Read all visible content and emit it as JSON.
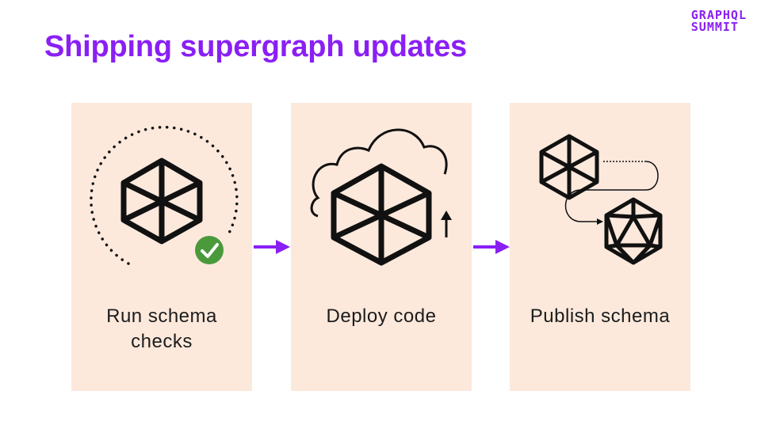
{
  "slide": {
    "title": "Shipping supergraph updates",
    "logo": {
      "line1": "GRAPHQL",
      "line2": "SUMMIT"
    },
    "accent_color": "#8a1ff4",
    "card_color": "#fce9dc"
  },
  "steps": [
    {
      "label_line1": "Run schema",
      "label_line2": "checks",
      "icon": "hexagon-with-dotted-progress-ring-and-check-icon"
    },
    {
      "label_line1": "Deploy code",
      "label_line2": "",
      "icon": "hexagon-in-cloud-with-up-arrow-icon"
    },
    {
      "label_line1": "Publish schema",
      "label_line2": "",
      "icon": "hexagon-to-icosahedron-icon"
    }
  ]
}
